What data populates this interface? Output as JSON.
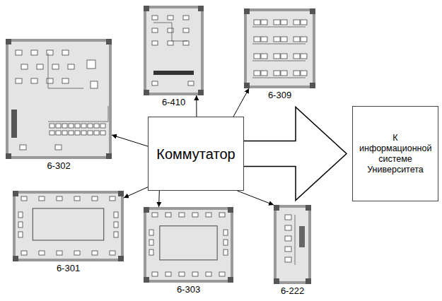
{
  "diagram": {
    "nodes": [
      {
        "text": [
          "6-410"
        ]
      },
      {
        "text": [
          "6-309"
        ]
      },
      {
        "text": [
          "6-302"
        ]
      },
      {
        "text": [
          "Коммутатор"
        ]
      },
      {
        "text": [
          "К информационной системе Университета"
        ]
      },
      {
        "text": [
          "6-301"
        ]
      },
      {
        "text": [
          "6-303"
        ]
      },
      {
        "text": [
          "6-222"
        ]
      }
    ],
    "edges": [
      {
        "from": 3,
        "to": 2,
        "arrow": "to"
      },
      {
        "from": 3,
        "to": 0,
        "arrow": "to"
      },
      {
        "from": 3,
        "to": 1,
        "arrow": "to"
      },
      {
        "from": 3,
        "to": 5,
        "arrow": "to"
      },
      {
        "from": 3,
        "to": 6,
        "arrow": "to"
      },
      {
        "from": 3,
        "to": 7,
        "arrow": "to"
      },
      {
        "from": 3,
        "to": 4,
        "arrow": "to"
      }
    ]
  }
}
